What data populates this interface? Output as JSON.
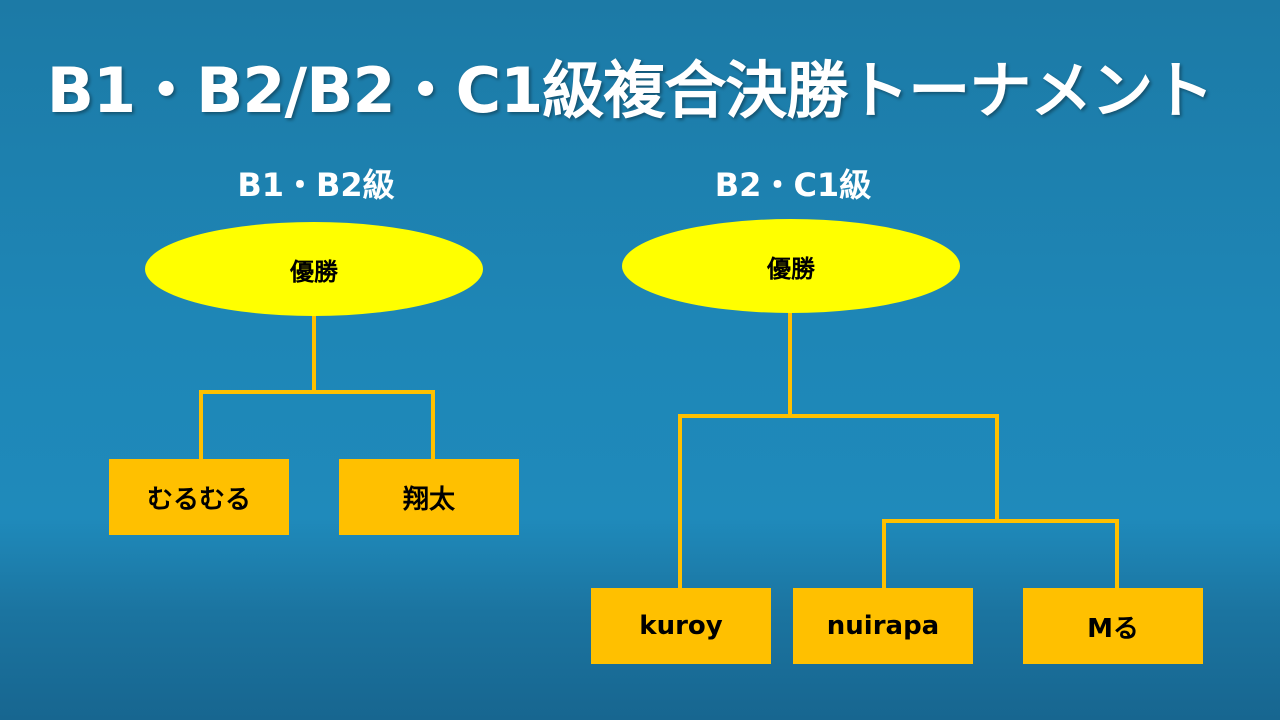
{
  "title": "B1・B2/B2・C1級複合決勝トーナメント",
  "colors": {
    "line": "#ffc000",
    "winner": "#ffff00",
    "player_box": "#ffc000"
  },
  "brackets": [
    {
      "heading": "B1・B2級",
      "winner_label": "優勝",
      "players": [
        "むるむる",
        "翔太"
      ]
    },
    {
      "heading": "B2・C1級",
      "winner_label": "優勝",
      "players": [
        "kuroy",
        "nuirapa",
        "Mる"
      ]
    }
  ]
}
